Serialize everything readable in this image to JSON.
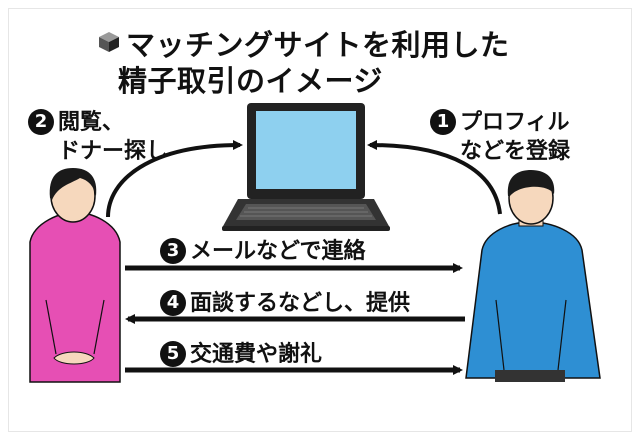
{
  "title": {
    "line1": "マッチングサイトを利用した",
    "line2": "精子取引のイメージ"
  },
  "notes": {
    "left": {
      "num": "2",
      "line1": "閲覧、",
      "line2": "ドナー探し"
    },
    "right": {
      "num": "1",
      "line1": "プロフィル",
      "line2": "などを登録"
    }
  },
  "steps": [
    {
      "num": "3",
      "label": "メールなどで連絡",
      "direction": "right"
    },
    {
      "num": "4",
      "label": "面談するなどし、提供",
      "direction": "left"
    },
    {
      "num": "5",
      "label": "交通費や謝礼",
      "direction": "right"
    }
  ],
  "colors": {
    "woman_shirt": "#e64fb4",
    "man_shirt": "#2e8fd3",
    "skin": "#f6d8bd",
    "hair": "#1a1a1a",
    "laptop_screen": "#8ed0ef"
  }
}
